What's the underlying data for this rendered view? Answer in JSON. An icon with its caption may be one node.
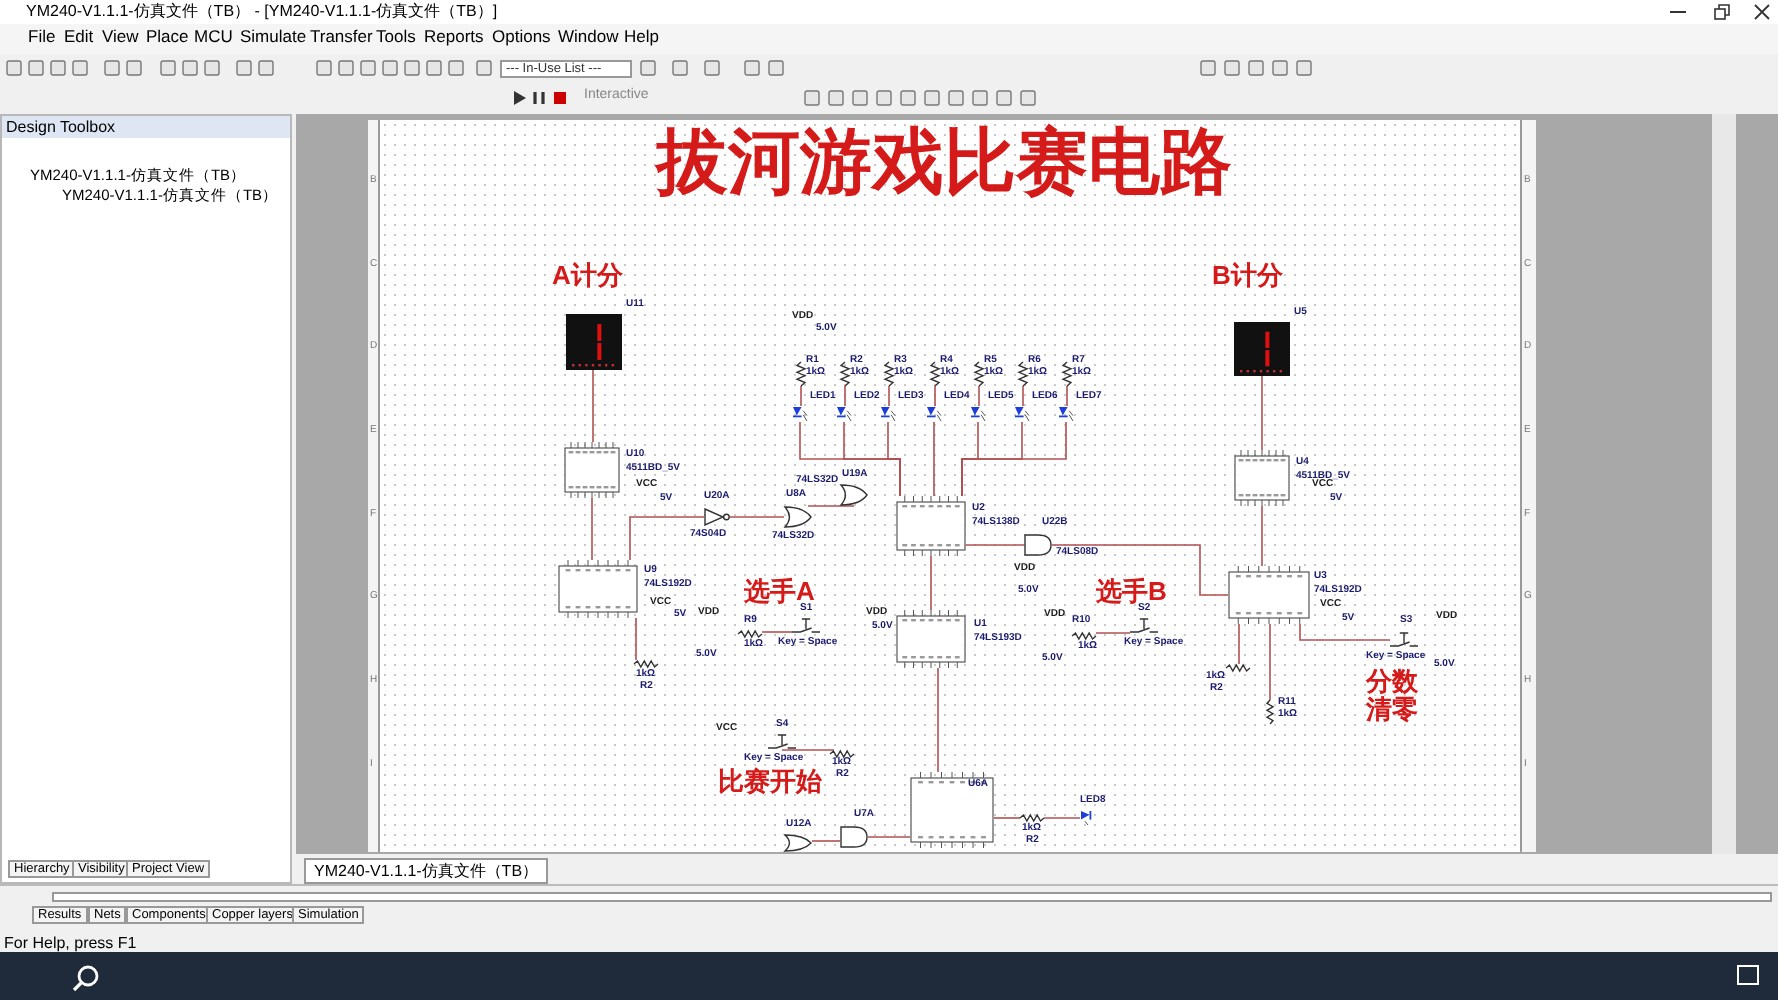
{
  "diagram": {
    "title": "拔河游戏比赛电路",
    "nodes": [
      {
        "text": [
          "U11"
        ]
      },
      {
        "text": [
          "U10",
          "4511BD_5V"
        ]
      },
      {
        "text": [
          "U9",
          "74LS192D"
        ]
      },
      {
        "text": [
          "U20A",
          "74S04D"
        ]
      },
      {
        "text": [
          "U8A",
          "74LS32D"
        ]
      },
      {
        "text": [
          "U19A",
          "74LS32D"
        ]
      },
      {
        "text": [
          "R1",
          "1kΩ"
        ]
      },
      {
        "text": [
          "R2",
          "1kΩ"
        ]
      },
      {
        "text": [
          "R3",
          "1kΩ"
        ]
      },
      {
        "text": [
          "R4",
          "1kΩ"
        ]
      },
      {
        "text": [
          "R5",
          "1kΩ"
        ]
      },
      {
        "text": [
          "R6",
          "1kΩ"
        ]
      },
      {
        "text": [
          "R7",
          "1kΩ"
        ]
      },
      {
        "text": [
          "LED1"
        ]
      },
      {
        "text": [
          "LED2"
        ]
      },
      {
        "text": [
          "LED3"
        ]
      },
      {
        "text": [
          "LED4"
        ]
      },
      {
        "text": [
          "LED5"
        ]
      },
      {
        "text": [
          "LED6"
        ]
      },
      {
        "text": [
          "LED7"
        ]
      },
      {
        "text": [
          "U2",
          "74LS138D"
        ]
      },
      {
        "text": [
          "U22B",
          "74LS08D"
        ]
      },
      {
        "text": [
          "U1",
          "74LS193D"
        ]
      },
      {
        "text": [
          "R9",
          "1kΩ"
        ]
      },
      {
        "text": [
          "S1",
          "Key = Space"
        ]
      },
      {
        "text": [
          "R10",
          "1kΩ"
        ]
      },
      {
        "text": [
          "S2",
          "Key = Space"
        ]
      },
      {
        "text": [
          "U5"
        ]
      },
      {
        "text": [
          "U4",
          "4511BD_5V"
        ]
      },
      {
        "text": [
          "U3",
          "74LS192D"
        ]
      },
      {
        "text": [
          "1kΩ",
          "R2"
        ]
      },
      {
        "text": [
          "1kΩ",
          "R2"
        ]
      },
      {
        "text": [
          "R11",
          "1kΩ"
        ]
      },
      {
        "text": [
          "S3",
          "Key = Space"
        ]
      },
      {
        "text": [
          "S4",
          "Key = Space"
        ]
      },
      {
        "text": [
          "1kΩ",
          "R2"
        ]
      },
      {
        "text": [
          "U12A"
        ]
      },
      {
        "text": [
          "U7A"
        ]
      },
      {
        "text": [
          "U6A"
        ]
      },
      {
        "text": [
          "1kΩ",
          "R2"
        ]
      },
      {
        "text": [
          "LED8"
        ]
      }
    ],
    "edges": [
      {
        "from": 0,
        "to": 1,
        "arrow": "none"
      },
      {
        "from": 1,
        "to": 2,
        "arrow": "none"
      },
      {
        "from": 27,
        "to": 28,
        "arrow": "none"
      },
      {
        "from": 28,
        "to": 29,
        "arrow": "none"
      },
      {
        "from": 6,
        "to": 13,
        "arrow": "none"
      },
      {
        "from": 7,
        "to": 14,
        "arrow": "none"
      },
      {
        "from": 8,
        "to": 15,
        "arrow": "none"
      },
      {
        "from": 9,
        "to": 16,
        "arrow": "none"
      },
      {
        "from": 10,
        "to": 17,
        "arrow": "none"
      },
      {
        "from": 11,
        "to": 18,
        "arrow": "none"
      },
      {
        "from": 12,
        "to": 19,
        "arrow": "none"
      },
      {
        "from": 13,
        "to": 20,
        "arrow": "none"
      },
      {
        "from": 14,
        "to": 20,
        "arrow": "none"
      },
      {
        "from": 15,
        "to": 20,
        "arrow": "none"
      },
      {
        "from": 16,
        "to": 20,
        "arrow": "none"
      },
      {
        "from": 17,
        "to": 20,
        "arrow": "none"
      },
      {
        "from": 18,
        "to": 20,
        "arrow": "none"
      },
      {
        "from": 19,
        "to": 20,
        "arrow": "none"
      },
      {
        "from": 20,
        "to": 22,
        "arrow": "none"
      },
      {
        "from": 5,
        "to": 4,
        "arrow": "none"
      },
      {
        "from": 4,
        "to": 3,
        "arrow": "none"
      },
      {
        "from": 3,
        "to": 2,
        "arrow": "none"
      },
      {
        "from": 20,
        "to": 21,
        "arrow": "none"
      },
      {
        "from": 21,
        "to": 29,
        "arrow": "none"
      },
      {
        "from": 23,
        "to": 24,
        "arrow": "none"
      },
      {
        "from": 25,
        "to": 26,
        "arrow": "none"
      },
      {
        "from": 2,
        "to": 30,
        "arrow": "none"
      },
      {
        "from": 29,
        "to": 31,
        "arrow": "none"
      },
      {
        "from": 29,
        "to": 32,
        "arrow": "none"
      },
      {
        "from": 33,
        "to": 29,
        "arrow": "none"
      },
      {
        "from": 34,
        "to": 35,
        "arrow": "none"
      },
      {
        "from": 36,
        "to": 37,
        "arrow": "none"
      },
      {
        "from": 37,
        "to": 38,
        "arrow": "none"
      },
      {
        "from": 38,
        "to": 39,
        "arrow": "none"
      },
      {
        "from": 39,
        "to": 40,
        "arrow": "none"
      },
      {
        "from": 22,
        "to": 38,
        "arrow": "none"
      }
    ],
    "labels": [
      "YM240-V1.1.1-仿真文件（TB） - [YM240-V1.1.1-仿真文件（TB）]",
      "File",
      "Edit",
      "View",
      "Place",
      "MCU",
      "Simulate",
      "Transfer",
      "Tools",
      "Reports",
      "Options",
      "Window",
      "Help",
      "--- In-Use List ---",
      "Interactive",
      "Design Toolbox",
      "YM240-V1.1.1-仿真文件（TB）",
      "YM240-V1.1.1-仿真文件（TB）",
      "Hierarchy",
      "Visibility",
      "Project View",
      "YM240-V1.1.1-仿真文件（TB）",
      "Results",
      "Nets",
      "Components",
      "Copper layers",
      "Simulation",
      "For Help, press F1",
      "B",
      "C",
      "D",
      "E",
      "F",
      "G",
      "H",
      "I",
      "B",
      "C",
      "D",
      "E",
      "F",
      "G",
      "H",
      "I",
      "A计分",
      "B计分",
      "选手A",
      "选手B",
      "分数清零",
      "比赛开始",
      "VDD",
      "5.0V",
      "VCC",
      "5V",
      "VCC",
      "5V",
      "VDD",
      "5.0V",
      "VDD",
      "5.0V",
      "VDD",
      "5.0V",
      "VDD",
      "5.0V",
      "VCC",
      "5V",
      "VCC",
      "5V",
      "VDD",
      "5.0V",
      "VCC"
    ]
  }
}
